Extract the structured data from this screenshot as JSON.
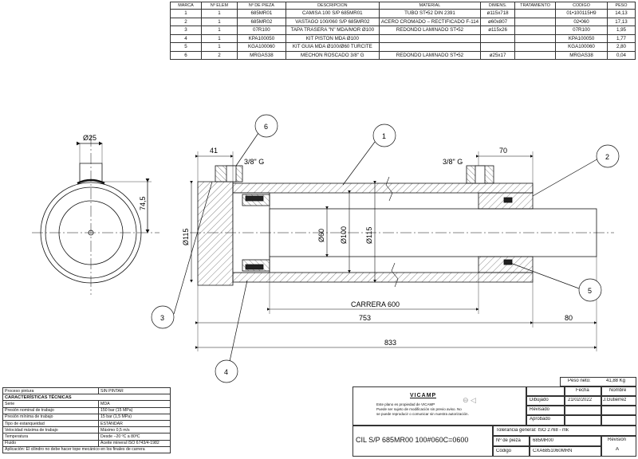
{
  "bom": {
    "headers": [
      "MARCA",
      "Nº ELEM",
      "Nº DE PIEZA",
      "DESCRIPCION",
      "MATERIAL",
      "DIMENS.",
      "TRATAMIENTO",
      "CODIGO",
      "PESO"
    ],
    "rows": [
      [
        "1",
        "1",
        "685MR01",
        "CAMISA 100 S/P 685MR01",
        "TUBO ST•52 DIN 2391",
        "ø115x718",
        "",
        "01•100115H9",
        "14,13"
      ],
      [
        "2",
        "1",
        "685MR02",
        "VASTAGO 100/060 S/P 685MR02",
        "ACERO CROMADO – RECTIFICADO F-114",
        "ø60x807",
        "",
        "02•060",
        "17,13"
      ],
      [
        "3",
        "1",
        "07R100",
        "TAPA TRASERA \"N\" MDA/MOR Ø100",
        "REDONDO LAMINADO ST•52",
        "ø115x26",
        "",
        "07R100",
        "1,95"
      ],
      [
        "4",
        "1",
        "KPA100050",
        "KIT PISTON MDA Ø100",
        "",
        "",
        "",
        "KPA100050",
        "1,77"
      ],
      [
        "5",
        "1",
        "KGA100060",
        "KIT GUIA MDA Ø100/Ø60 TURCITE",
        "",
        "",
        "",
        "KGA100060",
        "2,80"
      ],
      [
        "6",
        "2",
        "MRGAS38",
        "MECHON ROSCADO 3/8\" G",
        "REDONDO LAMINADO ST•52",
        "ø25x17",
        "",
        "MRGAS38",
        "0,04"
      ]
    ]
  },
  "drawing": {
    "dims": {
      "d25": "Ø25",
      "d74": "74,5",
      "d115_left": "Ø115",
      "d41": "41",
      "g_left": "3/8\" G",
      "g_right": "3/8\" G",
      "d70": "70",
      "d60": "Ø60",
      "d100": "Ø100",
      "d115_main": "Ø115",
      "carrera": "CARRERA 600",
      "d753": "753",
      "d80": "80",
      "d833": "833"
    },
    "balloons": [
      "1",
      "2",
      "3",
      "4",
      "5",
      "6"
    ]
  },
  "specs": {
    "pintura_label": "Proceso pintura",
    "pintura_value": "SIN PINTAR",
    "title": "CARACTERÍSTICAS TÉCNICAS",
    "rows": [
      [
        "Serie",
        "MDA"
      ],
      [
        "Presión nominal de trabajo",
        "150 bar (15 MPa)"
      ],
      [
        "Presión mínima de trabajo",
        "15 bar (1,5 MPa)"
      ],
      [
        "Tipo de estanqueidad",
        "ESTANDAR"
      ],
      [
        "Velocidad máxima de trabajo",
        "Máximo 0,5 m/s"
      ],
      [
        "Temperatura",
        "Desde −20 ºC a 80ºC"
      ],
      [
        "Fluido",
        "Aceite mineral ISO 6743/4-1982"
      ]
    ],
    "note": "Aplicación: El cilindro no debe hacer tope mecánico en los finales de carrera"
  },
  "titleblock": {
    "peso_label": "Peso neto:",
    "peso_value": "41,88 Kg",
    "fecha_label": "Fecha",
    "nombre_label": "Nombre",
    "brand": "VICAMP",
    "legal_1": "Este plano es propiedad de VICAMP",
    "legal_2": "Puede ser sujeto de modificación sin previo aviso. No",
    "legal_3": "se puede reproducir o comunicar sin nuestra autorización.",
    "dibujado_label": "Dibujado",
    "dibujado_fecha": "21/02/2022",
    "dibujado_nombre": "J.Gutierrez",
    "revisado_label": "Revisado",
    "aprobado_label": "Aprobado",
    "tolerancia": "Tolerancia general: ISO 2768 - mk",
    "titulo": "CIL S/P 685MR00 100#060C=0600",
    "pieza_label": "Nº de pieza",
    "pieza_value": "685MR00",
    "codigo_label": "Código",
    "codigo_value": "CXA6851060MRN",
    "revision_label": "Revisión",
    "revision_value": "A"
  }
}
